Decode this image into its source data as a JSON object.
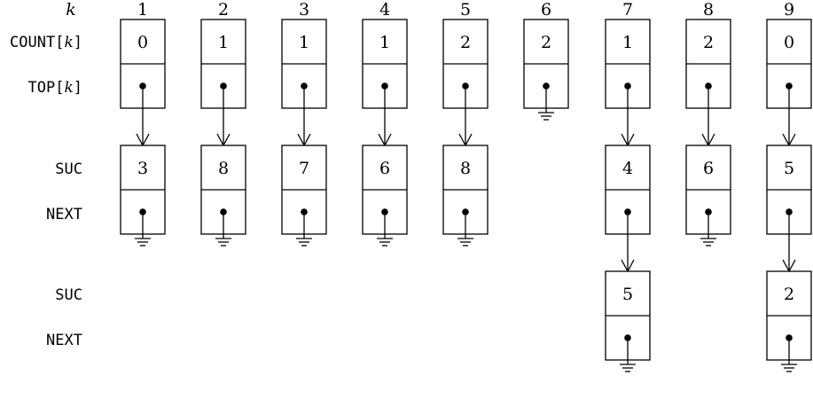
{
  "header": {
    "k_label": "k",
    "columns": [
      "1",
      "2",
      "3",
      "4",
      "5",
      "6",
      "7",
      "8",
      "9"
    ]
  },
  "row_labels": {
    "count_prefix": "COUNT[",
    "count_k": "k",
    "count_suffix": "]",
    "top_prefix": "TOP[",
    "top_k": "k",
    "top_suffix": "]",
    "suc": "SUC",
    "next": "NEXT",
    "suc2": "SUC",
    "next2": "NEXT"
  },
  "count": [
    "0",
    "1",
    "1",
    "1",
    "2",
    "2",
    "1",
    "2",
    "0"
  ],
  "level1": {
    "suc": [
      "3",
      "8",
      "7",
      "6",
      "8",
      "",
      "4",
      "6",
      "5"
    ]
  },
  "level2": {
    "suc": [
      "",
      "",
      "",
      "",
      "",
      "",
      "5",
      "",
      "2"
    ]
  },
  "structure": {
    "top_null": [
      false,
      false,
      false,
      false,
      false,
      true,
      false,
      false,
      false
    ],
    "level1_present": [
      true,
      true,
      true,
      true,
      true,
      false,
      true,
      true,
      true
    ],
    "level1_next_null": [
      true,
      true,
      true,
      true,
      true,
      false,
      false,
      true,
      false
    ],
    "level2_present": [
      false,
      false,
      false,
      false,
      false,
      false,
      true,
      false,
      true
    ]
  }
}
